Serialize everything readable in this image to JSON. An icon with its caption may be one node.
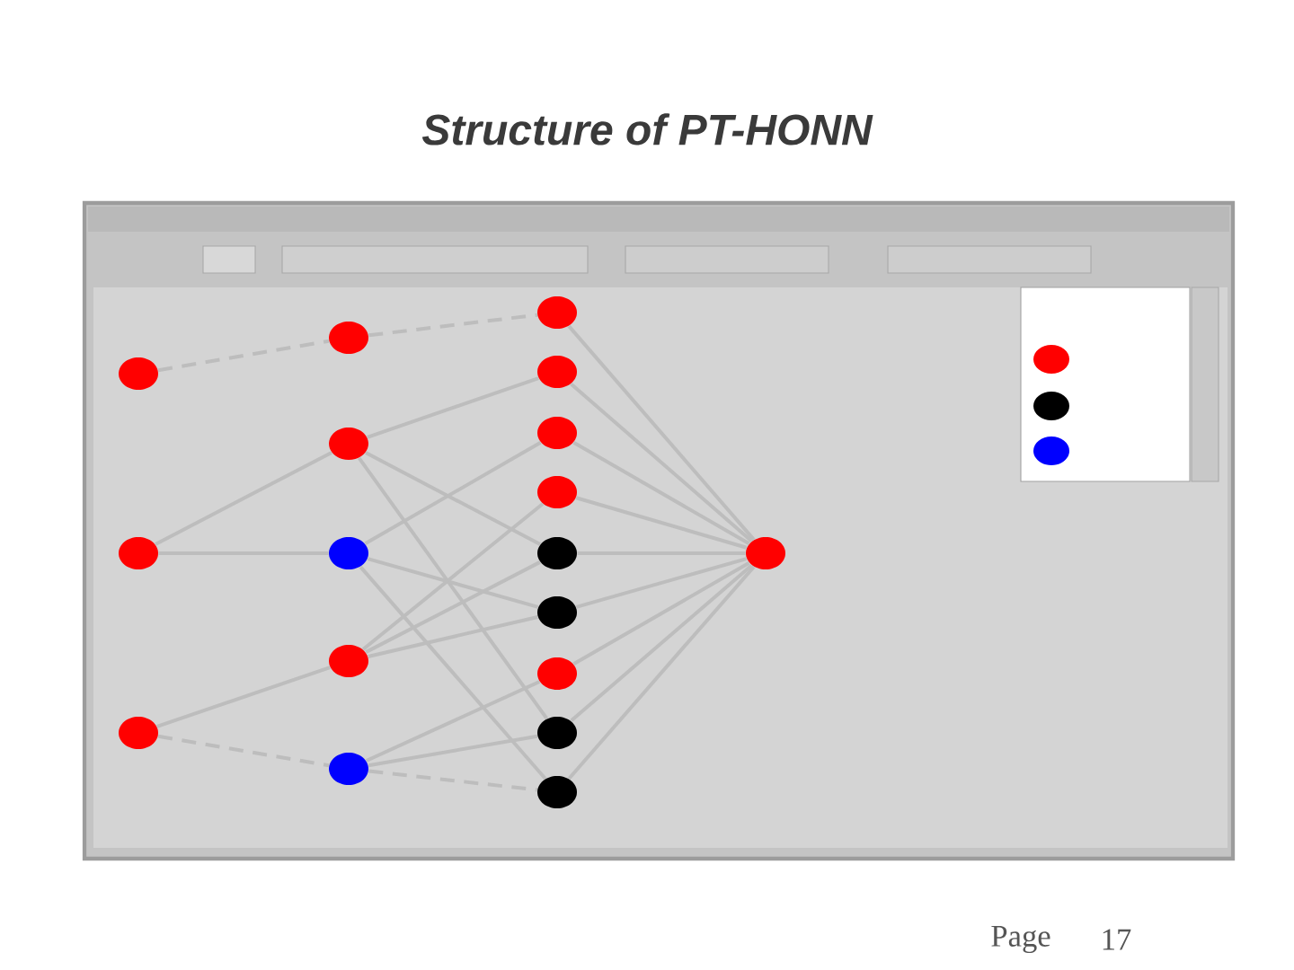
{
  "diagram": {
    "title": "Structure of PT-HONN",
    "nodes": [
      {
        "text": [],
        "shape": "circle"
      },
      {
        "text": [],
        "shape": "circle"
      },
      {
        "text": [],
        "shape": "circle"
      },
      {
        "text": [],
        "shape": "circle"
      },
      {
        "text": [],
        "shape": "circle"
      },
      {
        "text": [],
        "shape": "circle"
      },
      {
        "text": [],
        "shape": "circle"
      },
      {
        "text": [],
        "shape": "circle"
      },
      {
        "text": [],
        "shape": "circle"
      },
      {
        "text": [],
        "shape": "circle"
      },
      {
        "text": [],
        "shape": "circle"
      },
      {
        "text": [],
        "shape": "circle"
      },
      {
        "text": [],
        "shape": "circle"
      },
      {
        "text": [],
        "shape": "circle"
      },
      {
        "text": [],
        "shape": "circle"
      },
      {
        "text": [],
        "shape": "circle"
      },
      {
        "text": [],
        "shape": "circle"
      },
      {
        "text": [],
        "shape": "circle"
      }
    ],
    "edges": [
      {
        "from": 0,
        "to": 3,
        "arrow": "none",
        "style": "dashed"
      },
      {
        "from": 1,
        "to": 4,
        "arrow": "none"
      },
      {
        "from": 1,
        "to": 5,
        "arrow": "none"
      },
      {
        "from": 2,
        "to": 6,
        "arrow": "none"
      },
      {
        "from": 2,
        "to": 7,
        "arrow": "none",
        "style": "dashed"
      },
      {
        "from": 3,
        "to": 8,
        "arrow": "none",
        "style": "dashed"
      },
      {
        "from": 4,
        "to": 9,
        "arrow": "none"
      },
      {
        "from": 4,
        "to": 12,
        "arrow": "none"
      },
      {
        "from": 4,
        "to": 15,
        "arrow": "none"
      },
      {
        "from": 5,
        "to": 10,
        "arrow": "none"
      },
      {
        "from": 5,
        "to": 13,
        "arrow": "none"
      },
      {
        "from": 5,
        "to": 16,
        "arrow": "none"
      },
      {
        "from": 6,
        "to": 11,
        "arrow": "none"
      },
      {
        "from": 6,
        "to": 12,
        "arrow": "none"
      },
      {
        "from": 6,
        "to": 13,
        "arrow": "none"
      },
      {
        "from": 7,
        "to": 14,
        "arrow": "none"
      },
      {
        "from": 7,
        "to": 15,
        "arrow": "none"
      },
      {
        "from": 7,
        "to": 16,
        "arrow": "none",
        "style": "dashed"
      },
      {
        "from": 8,
        "to": 17,
        "arrow": "none"
      },
      {
        "from": 9,
        "to": 17,
        "arrow": "none"
      },
      {
        "from": 10,
        "to": 17,
        "arrow": "none"
      },
      {
        "from": 11,
        "to": 17,
        "arrow": "none"
      },
      {
        "from": 12,
        "to": 17,
        "arrow": "none"
      },
      {
        "from": 13,
        "to": 17,
        "arrow": "none"
      },
      {
        "from": 14,
        "to": 17,
        "arrow": "none"
      },
      {
        "from": 15,
        "to": 17,
        "arrow": "none"
      },
      {
        "from": 16,
        "to": 17,
        "arrow": "none"
      }
    ],
    "labels": [
      "Page",
      "17"
    ]
  }
}
